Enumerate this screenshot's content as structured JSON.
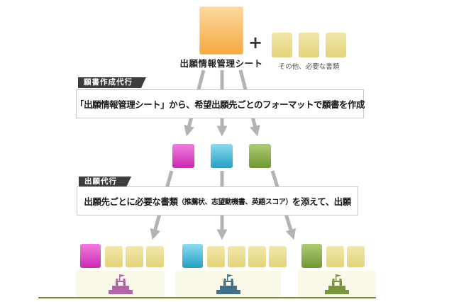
{
  "top": {
    "sheet_label": "出願情報管理シート",
    "plus": "+",
    "other_docs_label": "その他、必要な書類",
    "other_docs_count": 3
  },
  "step1": {
    "badge": "願書作成代行",
    "description": "「出願情報管理シート」から、希望出願先ごとのフォーマットで願書を作成"
  },
  "step2": {
    "badge": "出願代行",
    "description_prefix": "出願先ごとに必要な書類",
    "description_paren": "（推薦状、志望動機書、英語スコア）",
    "description_suffix": "を添えて、出願"
  },
  "formats": [
    "pink",
    "blue",
    "green"
  ],
  "destinations": [
    {
      "id": "pink",
      "extra_docs": 3
    },
    {
      "id": "blue",
      "extra_docs": 4
    },
    {
      "id": "green",
      "extra_docs": 2
    }
  ],
  "colors": {
    "sheet_top": "#fcd9a2",
    "sheet_bottom": "#f6a93e",
    "doc_top": "#f1e7ae",
    "doc_bottom": "#e3d277",
    "format_pink_top": "#ee7ede",
    "format_pink_bottom": "#cd28b2",
    "format_blue_top": "#8adcee",
    "format_blue_bottom": "#25a0c4",
    "format_green_top": "#b0ca76",
    "format_green_bottom": "#6f9930",
    "building_pink": "#b266aa",
    "building_blue": "#44708a",
    "building_green": "#7a9440",
    "strip_bg": "#faf8e8",
    "baseline": "#7d8a3c",
    "arrow": "#b3b3b3",
    "badge_bg": "#3d3d3d"
  }
}
